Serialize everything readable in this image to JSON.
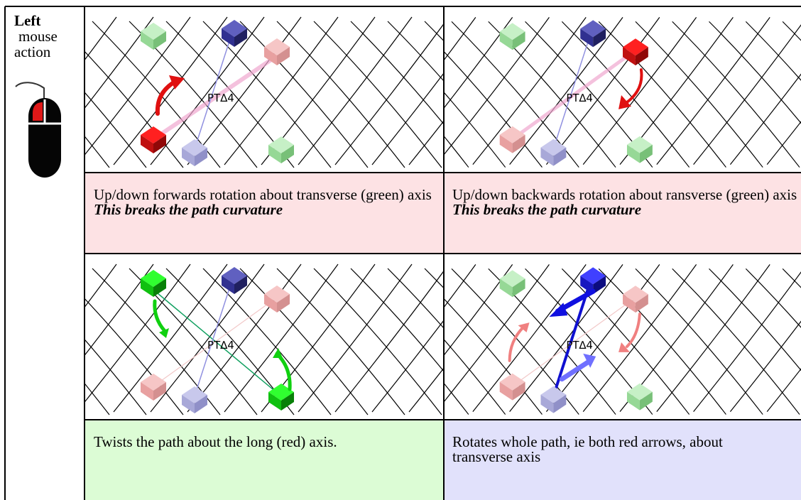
{
  "side": {
    "title": "Left",
    "line2": "mouse",
    "line3": "action"
  },
  "cells": {
    "r1c1_caption": "Up/down forwards rotation about transverse (green) axis",
    "r1c1_emph": "This breaks the path curvature",
    "r1c2_caption": "Up/down backwards rotation about ransverse (green) axis",
    "r1c2_emph": "This breaks the path curvature",
    "r2c1_caption": "Twists the path about the long (red) axis.",
    "r2c2_line1": "Rotates whole path, ie both red arrows, about",
    "r2c2_line2": "transverse axis"
  },
  "images": {
    "label": "PT 4"
  },
  "colors": {
    "pink_bg": "#fde2e4",
    "green_bg": "#dcfcd5",
    "lavender_bg": "#e1e1fb",
    "red": "#e01010",
    "green": "#10c010",
    "blue": "#1010e0"
  }
}
